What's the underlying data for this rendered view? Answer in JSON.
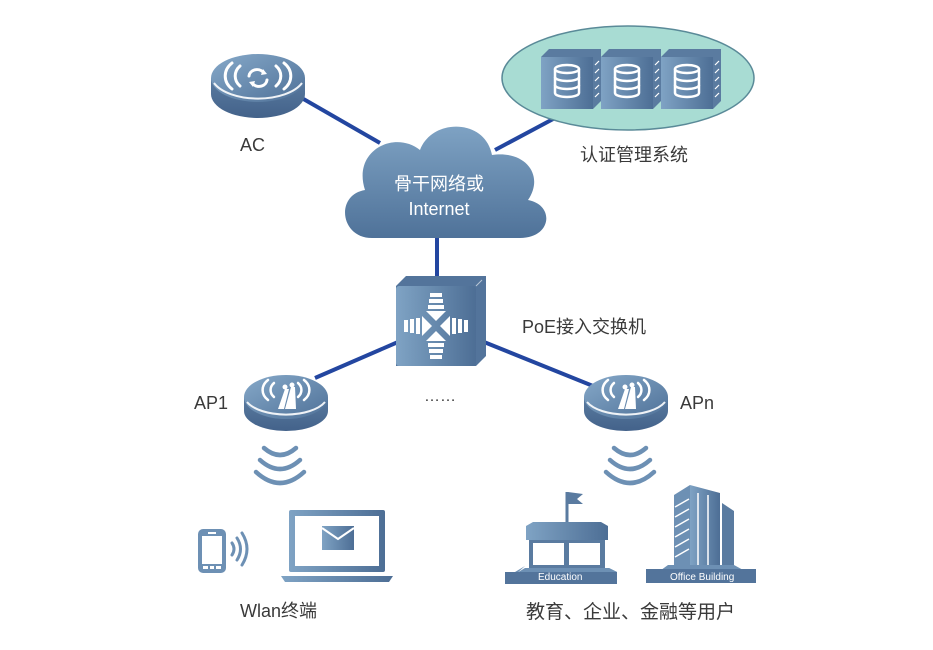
{
  "diagram": {
    "title": "WLAN network topology",
    "nodes": {
      "ac": {
        "label": "AC",
        "icon": "ac-controller-icon"
      },
      "auth": {
        "label": "认证管理系统",
        "icon": "database-server-icon",
        "server_count": 3
      },
      "cloud": {
        "line1": "骨干网络或",
        "line2": "Internet",
        "icon": "cloud-icon"
      },
      "switch": {
        "label": "PoE接入交换机",
        "icon": "switch-icon"
      },
      "ap1": {
        "label": "AP1",
        "icon": "access-point-icon"
      },
      "apn": {
        "label": "APn",
        "icon": "access-point-icon"
      },
      "ellipsis": {
        "label": "……"
      },
      "wlan_terminals": {
        "label": "Wlan终端",
        "icons": [
          "smartphone-icon",
          "laptop-icon"
        ]
      },
      "users": {
        "label": "教育、企业、金融等用户",
        "education_label": "Education",
        "office_label": "Office Building"
      }
    },
    "edges": [
      [
        "ac",
        "cloud"
      ],
      [
        "auth",
        "cloud"
      ],
      [
        "cloud",
        "switch"
      ],
      [
        "switch",
        "ap1"
      ],
      [
        "switch",
        "apn"
      ]
    ],
    "colors": {
      "link": "#2346a0",
      "device_light": "#7fa3c4",
      "device_dark": "#4e6f96",
      "auth_ellipse": "#a8dcd3",
      "auth_ellipse_stroke": "#5a8a98",
      "label_text": "#3a3a3a"
    }
  }
}
